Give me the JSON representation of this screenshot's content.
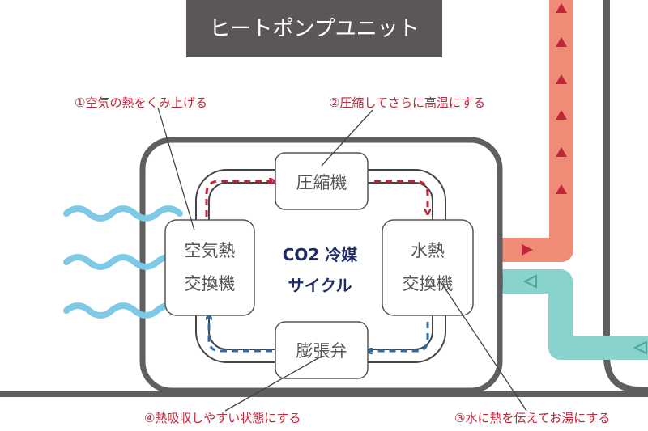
{
  "title": "ヒートポンプユニット",
  "annotations": {
    "a1": "①空気の熱をくみ上げる",
    "a2": "②圧縮してさらに高温にする",
    "a3": "③水に熱を伝えてお湯にする",
    "a4": "④熱吸収しやすい状態にする"
  },
  "components": {
    "compressor": "圧縮機",
    "air_hx_line1": "空気熱",
    "air_hx_line2": "交換機",
    "water_hx_line1": "水熱",
    "water_hx_line2": "交換機",
    "expansion_valve": "膨張弁"
  },
  "center": {
    "line1": "CO2 冷媒",
    "line2": "サイクル"
  },
  "colors": {
    "hot_pipe": "#ee8c78",
    "cold_pipe": "#88d3cb",
    "air_wave": "#7dc9e6",
    "red_arrow": "#c0253a",
    "blue_arrow": "#2d6ea9",
    "annotation_text": "#c0253a",
    "title_bg": "#5a5756",
    "unit_frame": "#5f5f5f",
    "center_text": "#1f2b66"
  }
}
